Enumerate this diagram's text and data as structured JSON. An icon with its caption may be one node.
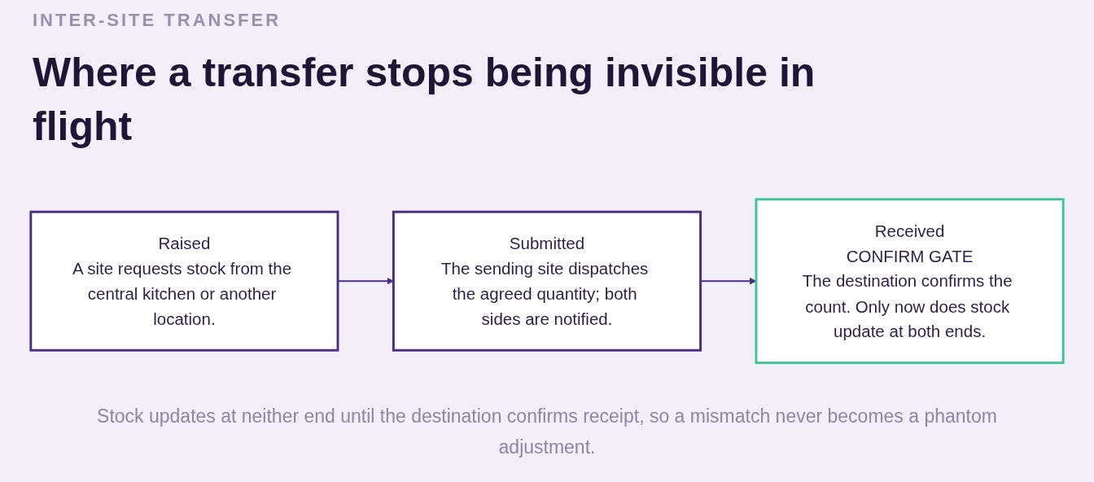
{
  "diagram": {
    "title": "Where a transfer stops being invisible in flight",
    "caption": "Stock updates at neither end until the destination confirms receipt, so a mismatch never becomes a phantom adjustment.",
    "nodes": [
      {
        "text": [
          "Raised",
          "A site requests stock from the central kitchen or another location."
        ]
      },
      {
        "text": [
          "Submitted",
          "The sending site dispatches the agreed quantity; both sides are notified."
        ]
      },
      {
        "text": [
          "Received",
          "CONFIRM GATE",
          "The destination confirms the count. Only now does stock update at both ends."
        ]
      }
    ],
    "edges": [
      {
        "from": 0,
        "to": 1,
        "arrow": "to"
      },
      {
        "from": 1,
        "to": 2,
        "arrow": "to"
      }
    ],
    "labels": [
      "INTER-SITE TRANSFER"
    ]
  }
}
